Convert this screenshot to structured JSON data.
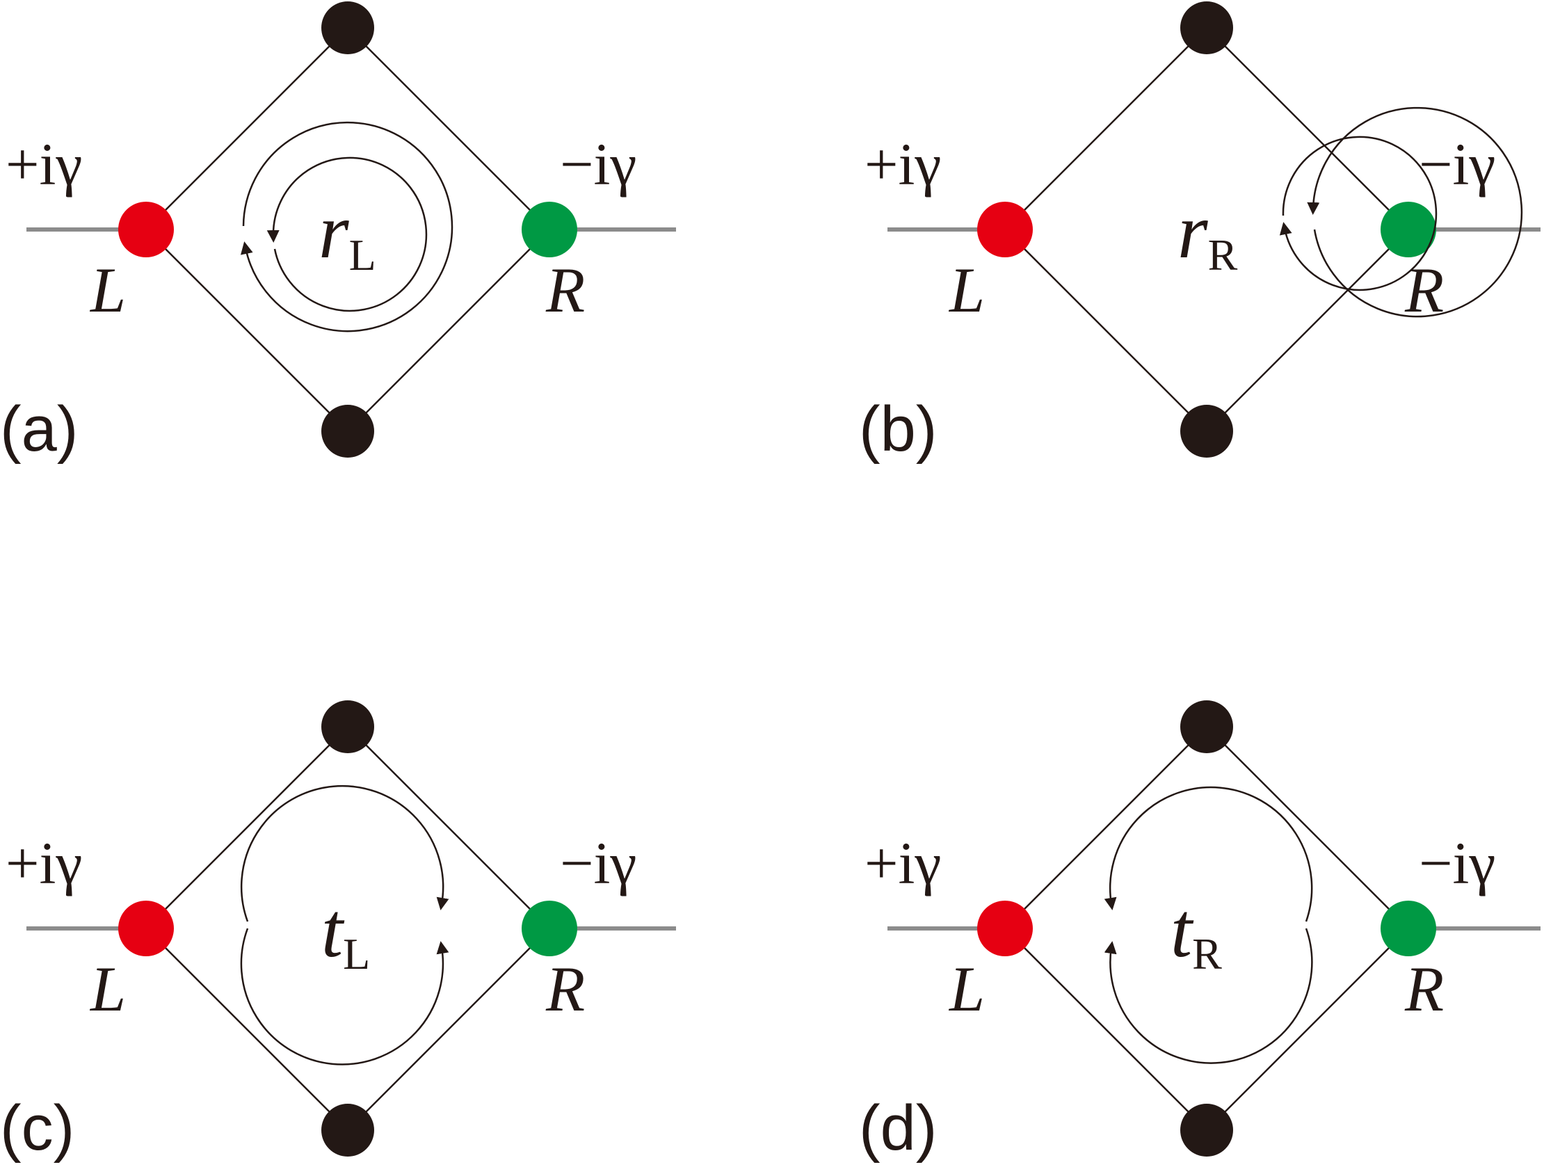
{
  "colors": {
    "node_left": "#e60012",
    "node_right": "#009944",
    "node_black": "#231815",
    "lead": "#8c8c8c",
    "edge": "#231815"
  },
  "labels": {
    "gain": "+iγ",
    "loss": "−iγ",
    "node_left": "L",
    "node_right": "R"
  },
  "panels": [
    {
      "tag": "(a)",
      "coef": "r",
      "sub": "L",
      "process": "reflection-left"
    },
    {
      "tag": "(b)",
      "coef": "r",
      "sub": "R",
      "process": "reflection-right"
    },
    {
      "tag": "(c)",
      "coef": "t",
      "sub": "L",
      "process": "transmission-left"
    },
    {
      "tag": "(d)",
      "coef": "t",
      "sub": "R",
      "process": "transmission-right"
    }
  ]
}
